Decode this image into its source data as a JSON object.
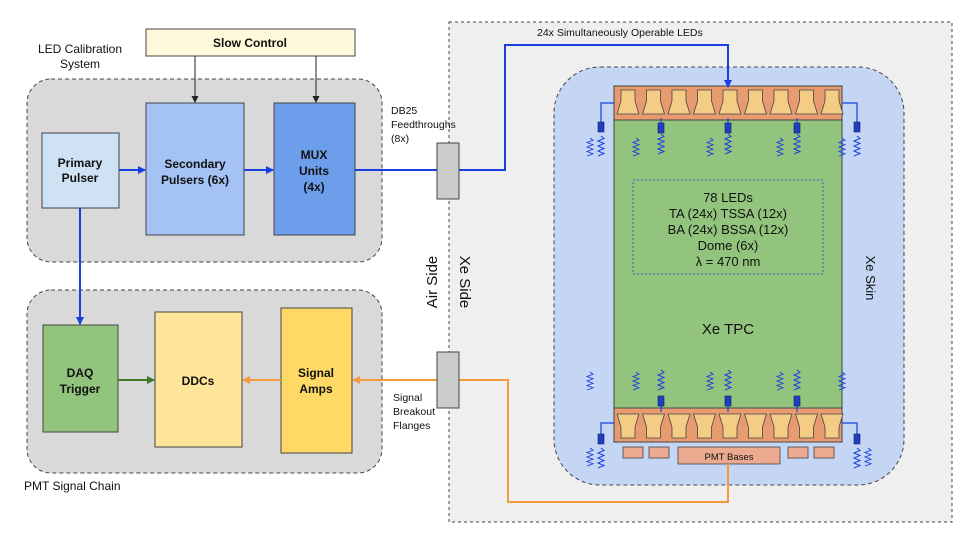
{
  "labels": {
    "slow_control": "Slow Control",
    "led_system_line1": "LED Calibration",
    "led_system_line2": "System",
    "primary_pulser_line1": "Primary",
    "primary_pulser_line2": "Pulser",
    "secondary_pulsers_line1": "Secondary",
    "secondary_pulsers_line2": "Pulsers (6x)",
    "mux_line1": "MUX",
    "mux_line2": "Units",
    "mux_line3": "(4x)",
    "db25_line1": "DB25",
    "db25_line2": "Feedthroughs",
    "db25_line3": "(8x)",
    "simultaneous_leds": "24x Simultaneously Operable LEDs",
    "air_side": "Air Side",
    "xe_side": "Xe Side",
    "led_info_line1": "78 LEDs",
    "led_info_line2": "TA (24x) TSSA (12x)",
    "led_info_line3": "BA (24x) BSSA (12x)",
    "led_info_line4": "Dome (6x)",
    "led_info_line5": "λ = 470 nm",
    "xe_tpc": "Xe TPC",
    "xe_skin": "Xe Skin",
    "daq_line1": "DAQ",
    "daq_line2": "Trigger",
    "ddcs": "DDCs",
    "amps_line1": "Signal",
    "amps_line2": "Amps",
    "breakout_line1": "Signal",
    "breakout_line2": "Breakout",
    "breakout_line3": "Flanges",
    "pmt_bases": "PMT Bases",
    "pmt_chain": "PMT Signal Chain"
  },
  "colors": {
    "blue_line": "#1a3fe0",
    "orange_line": "#f29a3c",
    "green_line": "#3c7a2a",
    "group_bg": "#d9d9d9",
    "xe_region": "#efefef",
    "skin": "#c5d6f5",
    "tpc": "#93c47d",
    "pmt_array": "#e99b70",
    "pmt_tube": "#f4cc86",
    "primary_pulser": "#cfe2f3",
    "secondary_pulsers": "#a4c2f4",
    "mux": "#6d9eeb",
    "daq": "#93c47d",
    "ddcs": "#ffe599",
    "amps": "#ffd966",
    "slow_control": "#fff9dc"
  }
}
